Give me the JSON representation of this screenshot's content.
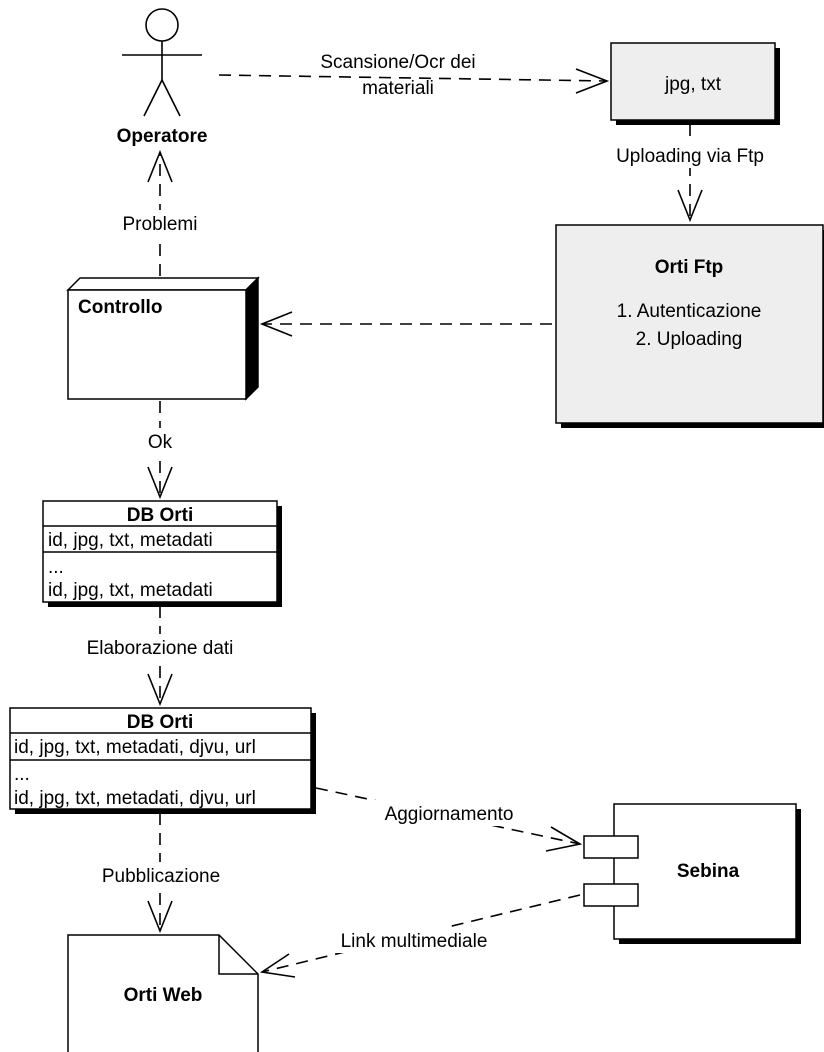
{
  "actor": {
    "label": "Operatore"
  },
  "files": {
    "label": "jpg, txt"
  },
  "ftp": {
    "title": "Orti Ftp",
    "steps": [
      "1. Autenticazione",
      "2. Uploading"
    ]
  },
  "controllo": {
    "label": "Controllo"
  },
  "db1": {
    "title": "DB Orti",
    "rows": [
      "id, jpg, txt, metadati",
      "...",
      "id, jpg, txt, metadati"
    ]
  },
  "db2": {
    "title": "DB Orti",
    "rows": [
      "id, jpg, txt, metadati, djvu, url",
      "...",
      "id, jpg, txt, metadati, djvu, url"
    ]
  },
  "sebina": {
    "label": "Sebina"
  },
  "web": {
    "label": "Orti Web"
  },
  "edges": {
    "scan_line1": "Scansione/Ocr dei",
    "scan_line2": "materiali",
    "upload": "Uploading via Ftp",
    "problemi": "Problemi",
    "ok": "Ok",
    "elaborazione": "Elaborazione dati",
    "aggiornamento": "Aggiornamento",
    "pubblicazione": "Pubblicazione",
    "link": "Link multimediale"
  },
  "colors": {
    "fill": "#eeeeee",
    "line": "#000000",
    "background": "#ffffff"
  }
}
